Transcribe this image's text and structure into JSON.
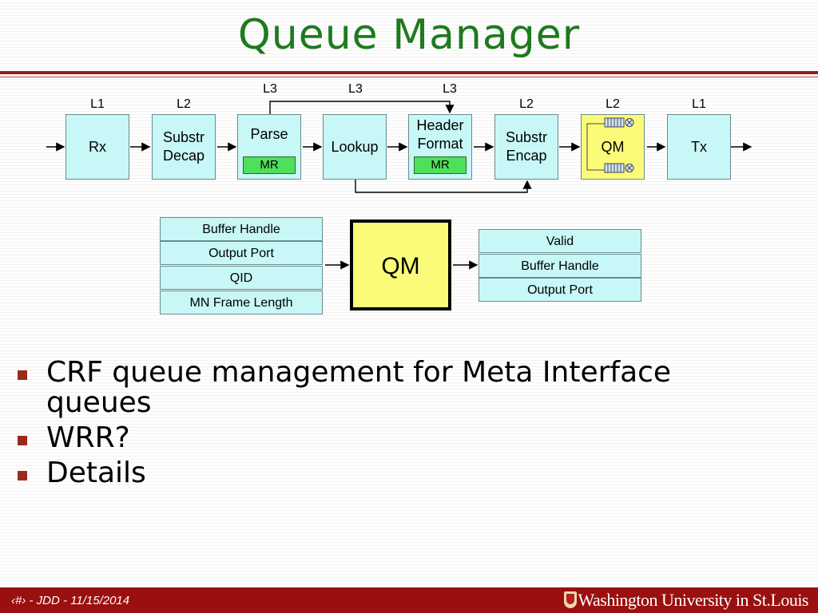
{
  "title": "Queue Manager",
  "pipeline": {
    "levels_top": [
      "L3",
      "L3",
      "L3"
    ],
    "stages": [
      {
        "level": "L1",
        "lines": [
          "Rx"
        ],
        "mr": ""
      },
      {
        "level": "L2",
        "lines": [
          "Substr",
          "Decap"
        ],
        "mr": ""
      },
      {
        "level": "",
        "lines": [
          "Parse"
        ],
        "mr": "MR"
      },
      {
        "level": "",
        "lines": [
          "Lookup"
        ],
        "mr": ""
      },
      {
        "level": "",
        "lines": [
          "Header",
          "Format"
        ],
        "mr": "MR"
      },
      {
        "level": "L2",
        "lines": [
          "Substr",
          "Encap"
        ],
        "mr": ""
      },
      {
        "level": "L2",
        "lines": [
          "QM"
        ],
        "mr": ""
      },
      {
        "level": "L1",
        "lines": [
          "Tx"
        ],
        "mr": ""
      }
    ]
  },
  "qm_detail": {
    "inputs": [
      "Buffer Handle",
      "Output Port",
      "QID",
      "MN Frame Length"
    ],
    "center": "QM",
    "outputs": [
      "Valid",
      "Buffer Handle",
      "Output Port"
    ]
  },
  "bullets": [
    "CRF queue management for Meta Interface queues",
    "WRR?",
    "Details"
  ],
  "footer": {
    "left": "‹#› - JDD - 11/15/2014",
    "right": "Washington University in St.Louis"
  },
  "colors": {
    "title": "#1e7a1e",
    "accent": "#9b1c1c",
    "block": "#c8f7f7",
    "qm": "#fbfb7a",
    "mr": "#4ee05a"
  }
}
